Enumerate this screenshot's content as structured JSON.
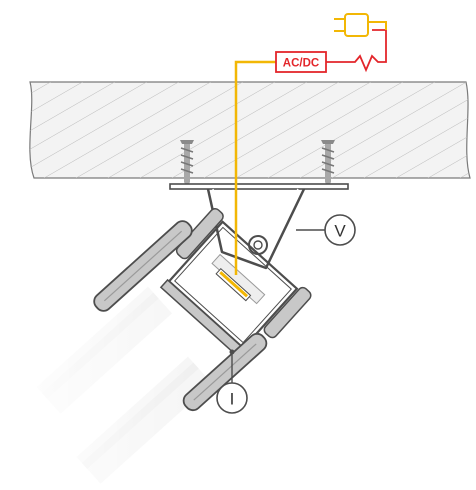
{
  "labels": {
    "converter": "AC/DC",
    "bracket": "V",
    "profile": "I"
  },
  "colors": {
    "wire": "#f2b705",
    "converter": "#e3262b",
    "ceiling_fill": "#f2f2f2",
    "ceiling_hatch": "#bdbdbd",
    "outline": "#4d4d4d",
    "profile_fill": "#c8c8c8"
  },
  "icons": [
    "plug-icon",
    "screw-icon"
  ]
}
